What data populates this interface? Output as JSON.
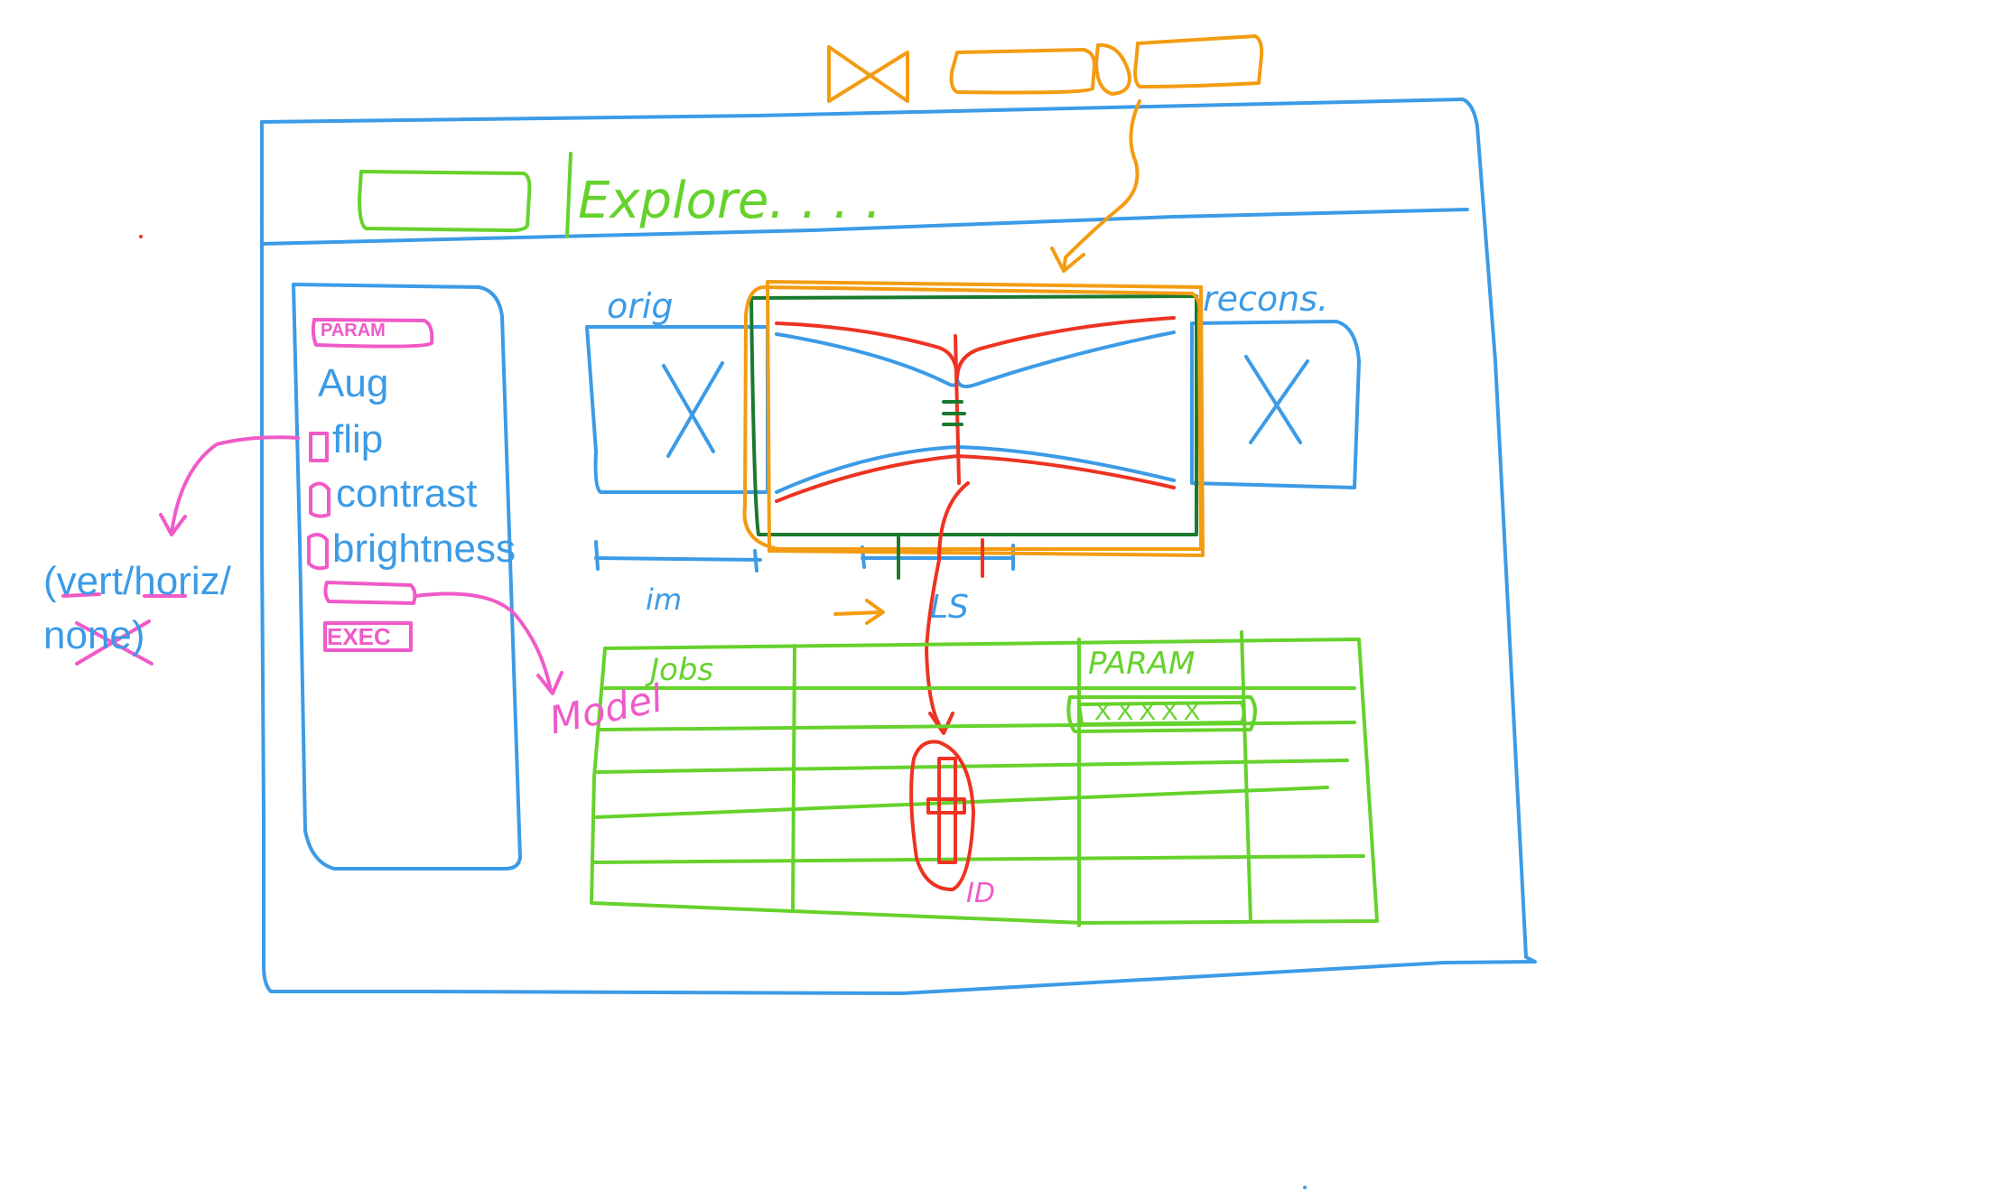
{
  "colors": {
    "window": "#3c9be6",
    "header": "#66d22c",
    "widgets": "#f39c12",
    "annotation": "#f05ac8",
    "red_marks": "#ee3322",
    "dark_green": "#1a7a2e"
  },
  "header": {
    "title": "Explore. . .  ."
  },
  "sidebar": {
    "param_button": "PARAM",
    "section_title": "Aug",
    "options": [
      {
        "label": "flip"
      },
      {
        "label": "contrast"
      },
      {
        "label": "brightness"
      }
    ],
    "exec_button": "EXEC"
  },
  "annotations": {
    "flip_note_line1": "(vert/horiz/",
    "flip_note_line2": "none)",
    "model_note": "Model",
    "jobs_id_note": "ID"
  },
  "viz": {
    "orig_label": "orig",
    "recons_label": "recons.",
    "im_label": "im",
    "ls_label": "LS"
  },
  "table": {
    "headers": [
      "Jobs",
      "",
      "PARAM",
      ""
    ],
    "param_cell": "XXXXX",
    "row_count": 5
  }
}
